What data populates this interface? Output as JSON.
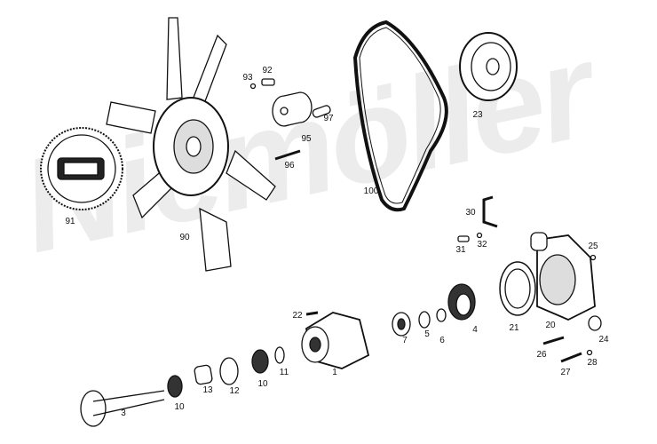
{
  "watermark": "Niemöller",
  "callouts": [
    "93",
    "92",
    "97",
    "95",
    "96",
    "91",
    "90",
    "100",
    "23",
    "30",
    "31",
    "32",
    "25",
    "22",
    "7",
    "5",
    "6",
    "4",
    "21",
    "20",
    "24",
    "26",
    "28",
    "27",
    "1",
    "3",
    "10",
    "13",
    "12",
    "10",
    "11"
  ],
  "colors": {
    "ink": "#111111",
    "watermark": "#ececec"
  }
}
